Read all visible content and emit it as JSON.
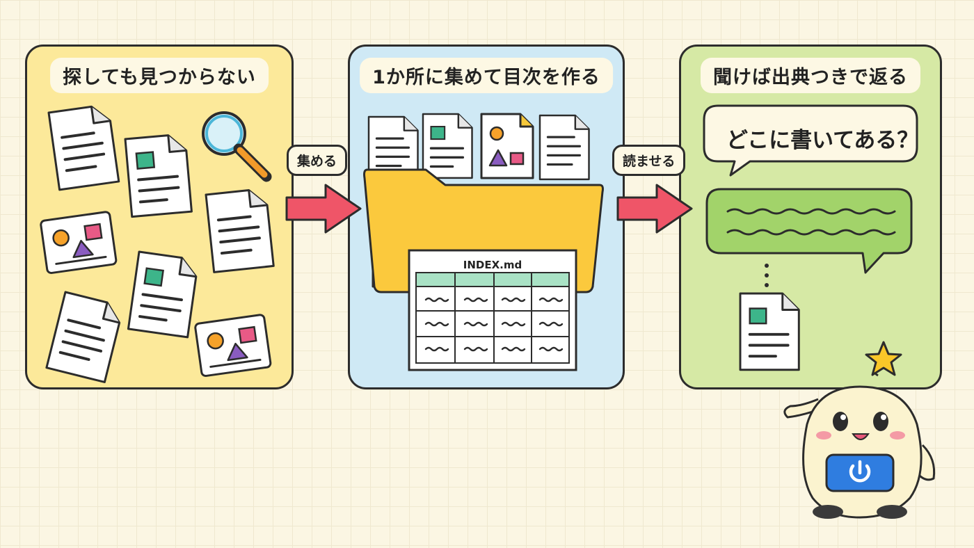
{
  "panels": [
    {
      "title": "探しても見つからない"
    },
    {
      "title": "1か所に集めて目次を作る"
    },
    {
      "title": "聞けば出典つきで返る"
    }
  ],
  "steps": {
    "gather": "集める",
    "read": "読ませる"
  },
  "index_file": {
    "name": "INDEX.md"
  },
  "question_bubble": {
    "text": "どこに書いてある？"
  },
  "colors": {
    "panel_scattered": "#fce99a",
    "panel_organized": "#cfe9f5",
    "panel_answer": "#d6e9a5",
    "arrow": "#ef5568",
    "folder": "#fbc93d",
    "answer_bubble": "#a2d36a",
    "accent_green": "#3db58a",
    "accent_pink": "#e85a86",
    "accent_orange": "#f6a22a",
    "accent_purple": "#8a5cc0",
    "mascot_badge": "#2f7de0"
  },
  "icons": [
    "document-icon",
    "magnifier-icon",
    "image-icon",
    "folder-icon",
    "spreadsheet-icon",
    "arrow-right-icon",
    "speech-bubble-icon",
    "answer-bubble-icon",
    "mascot-robot-icon",
    "star-icon",
    "power-icon"
  ]
}
